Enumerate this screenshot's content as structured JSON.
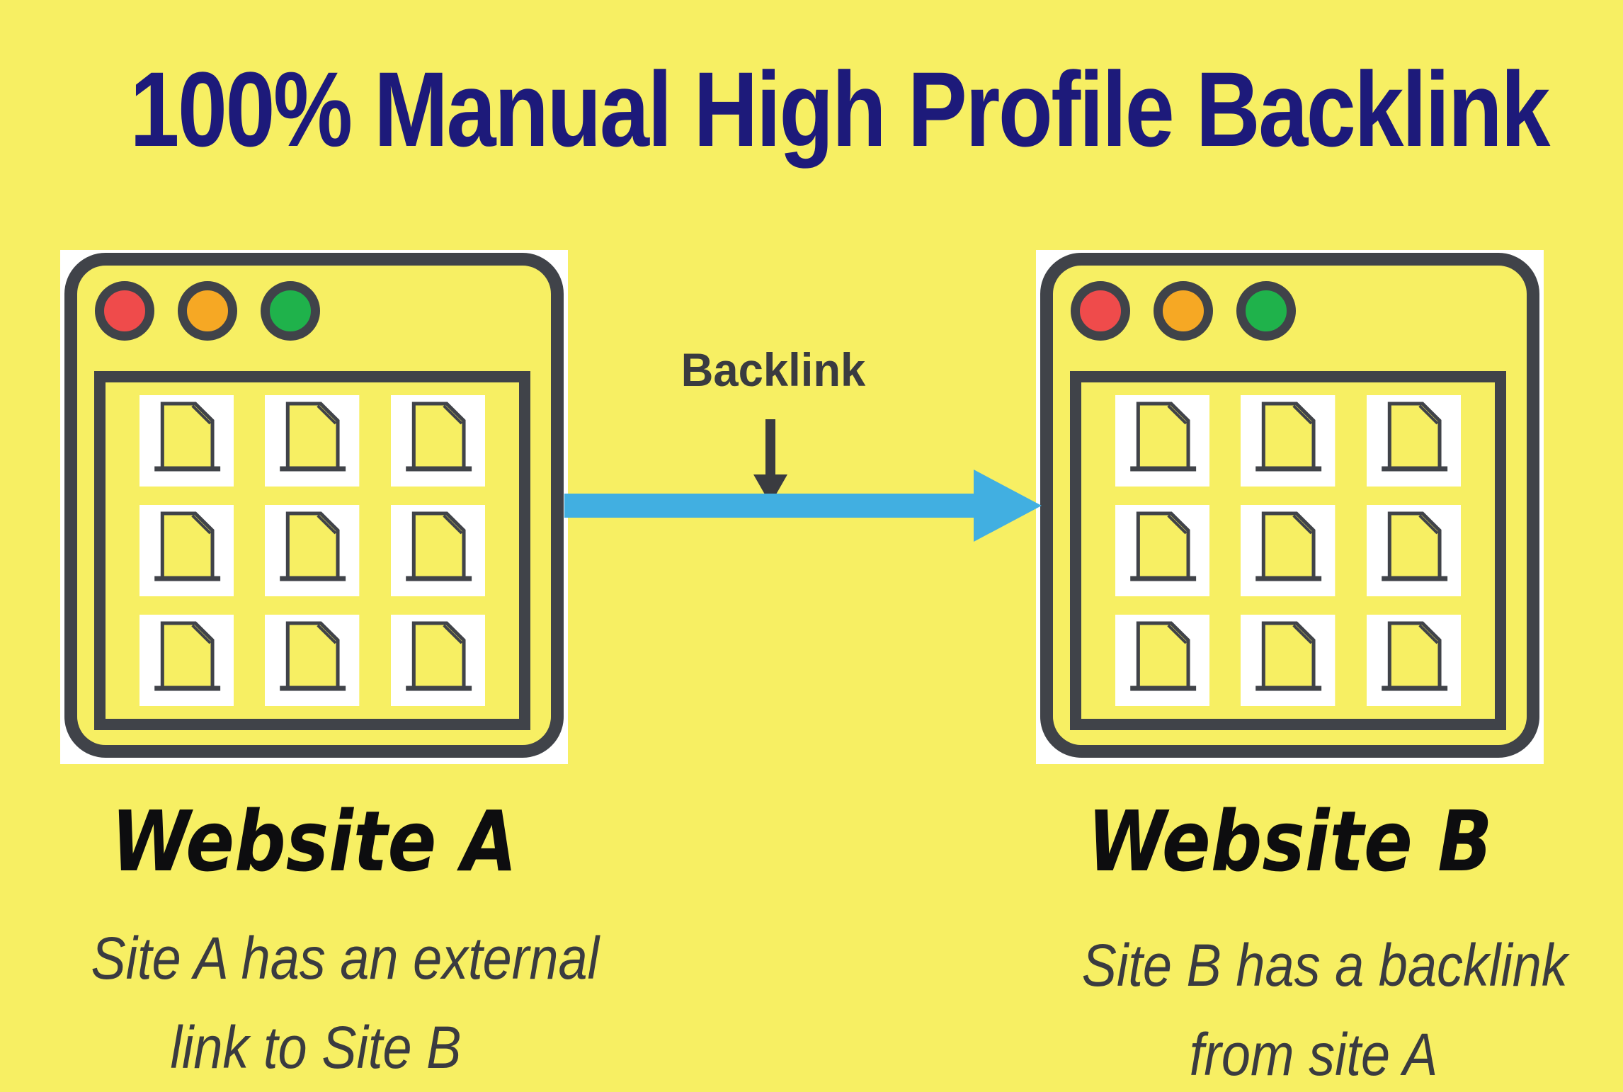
{
  "title": "100% Manual High Profile Backlink",
  "backlink_flow": {
    "label": "Backlink"
  },
  "site_a": {
    "name": "Website A",
    "caption_lines": [
      "Site A has an external",
      "link to Site B"
    ]
  },
  "site_b": {
    "name": "Website B",
    "caption_lines": [
      "Site B has a backlink",
      "from site A"
    ]
  },
  "browser": {
    "traffic_lights": [
      "red-circle",
      "orange-circle",
      "green-circle"
    ],
    "grid": {
      "rows": 3,
      "cols": 3
    }
  },
  "colors": {
    "background": "#F7EF63",
    "title": "#1D1A7A",
    "charcoal": "#404349",
    "text": "#3A3B40",
    "red": "#EF4B4B",
    "orange": "#F6A824",
    "green": "#1FB24B",
    "arrow_blue": "#41AFE1",
    "white": "#FFFFFF"
  }
}
